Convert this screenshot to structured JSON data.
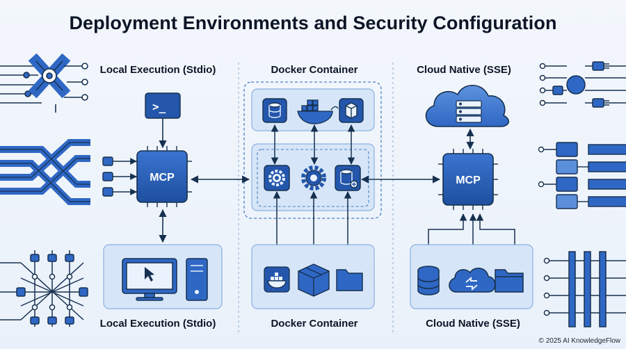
{
  "title": "Deployment Environments and Security Configuration",
  "columns": {
    "local": {
      "top_label": "Local Execution (Stdio)",
      "bottom_label": "Local Execution (Stdio)",
      "hub_label": "MCP"
    },
    "docker": {
      "top_label": "Docker Container",
      "bottom_label": "Docker Container"
    },
    "cloud": {
      "top_label": "Cloud Native (SSE)",
      "bottom_label": "Cloud Native (SSE)",
      "hub_label": "MCP"
    }
  },
  "terminal_prompt": ">_",
  "copyright": "© 2025 AI KnowledgeFlow",
  "colors": {
    "accent": "#2f67c4",
    "accent_dark": "#173f8a",
    "panel_fill": "#d6e6f8",
    "panel_stroke": "#8bb1e0",
    "line": "#16304f"
  },
  "icons": {
    "local_top": "terminal-icon",
    "local_hub": "mcp-chip-icon",
    "local_bottom": [
      "monitor-icon",
      "pc-tower-icon"
    ],
    "docker_top": [
      "database-icon",
      "docker-whale-icon",
      "package-icon"
    ],
    "docker_middle": [
      "gear-icon",
      "gear-icon",
      "database-plus-icon"
    ],
    "docker_bottom": [
      "docker-whale-icon",
      "box-icon",
      "folder-icon"
    ],
    "cloud_top": "cloud-server-icon",
    "cloud_hub": "mcp-chip-icon",
    "cloud_bottom": [
      "database-icon",
      "cloud-sync-icon",
      "folder-icon"
    ]
  }
}
